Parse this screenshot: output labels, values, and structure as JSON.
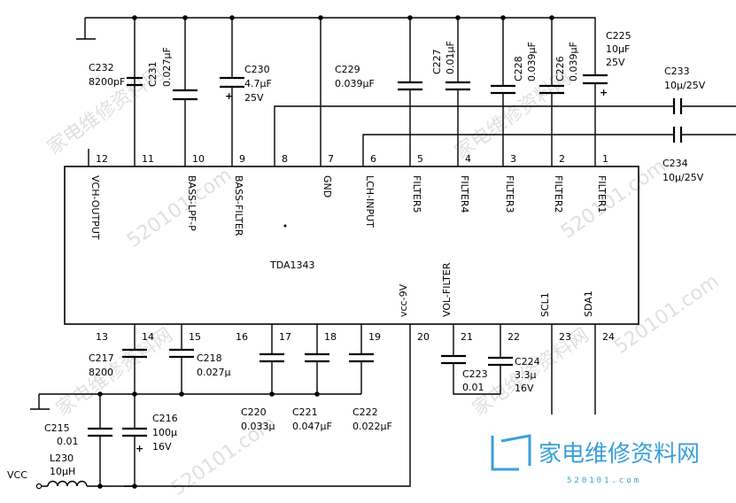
{
  "diagram": {
    "chip_name": "TDA1343",
    "top_pins": [
      {
        "num": "12",
        "name": "VCH-OUTPUT"
      },
      {
        "num": "11",
        "name": ""
      },
      {
        "num": "10",
        "name": "BASS-LPF-P"
      },
      {
        "num": "9",
        "name": "BASS-FILTER"
      },
      {
        "num": "8",
        "name": ""
      },
      {
        "num": "7",
        "name": "GND"
      },
      {
        "num": "6",
        "name": "LCH-INPUT"
      },
      {
        "num": "5",
        "name": "FILTER5"
      },
      {
        "num": "4",
        "name": "FILTER4"
      },
      {
        "num": "3",
        "name": "FILTER3"
      },
      {
        "num": "2",
        "name": "FILTER2"
      },
      {
        "num": "1",
        "name": "FILTER1"
      }
    ],
    "bottom_pins": [
      {
        "num": "13",
        "name": ""
      },
      {
        "num": "14",
        "name": ""
      },
      {
        "num": "15",
        "name": ""
      },
      {
        "num": "16",
        "name": ""
      },
      {
        "num": "17",
        "name": ""
      },
      {
        "num": "18",
        "name": ""
      },
      {
        "num": "19",
        "name": ""
      },
      {
        "num": "20",
        "name": "vcc-9V"
      },
      {
        "num": "21",
        "name": "VOL-FILTER"
      },
      {
        "num": "22",
        "name": ""
      },
      {
        "num": "23",
        "name": "SCL1"
      },
      {
        "num": "24",
        "name": "SDA1"
      }
    ],
    "components": {
      "c232": {
        "ref": "C232",
        "value": "8200pF"
      },
      "c231": {
        "ref": "C231",
        "value": "0.027μF"
      },
      "c230": {
        "ref": "C230",
        "value": "4.7μF",
        "voltage": "25V"
      },
      "c229": {
        "ref": "C229",
        "value": "0.039μF"
      },
      "c227": {
        "ref": "C227",
        "value": "0.01μF"
      },
      "c228": {
        "ref": "C228",
        "value": "0.039μF"
      },
      "c226": {
        "ref": "C226",
        "value": "0.039μF"
      },
      "c225": {
        "ref": "C225",
        "value": "10μF",
        "voltage": "25V"
      },
      "c233": {
        "ref": "C233",
        "value": "10μ/25V"
      },
      "c234": {
        "ref": "C234",
        "value": "10μ/25V"
      },
      "c217": {
        "ref": "C217",
        "value": "8200"
      },
      "c218": {
        "ref": "C218",
        "value": "0.027μ"
      },
      "c220": {
        "ref": "C220",
        "value": "0.033μ"
      },
      "c221": {
        "ref": "C221",
        "value": "0.047μF"
      },
      "c222": {
        "ref": "C222",
        "value": "0.022μF"
      },
      "c223": {
        "ref": "C223",
        "value": "0.01"
      },
      "c224": {
        "ref": "C224",
        "value": "3.3μ",
        "voltage": "16V"
      },
      "c215": {
        "ref": "C215",
        "value": "0.01"
      },
      "c216": {
        "ref": "C216",
        "value": "100μ",
        "voltage": "16V"
      },
      "l230": {
        "ref": "L230",
        "value": "10μH"
      }
    },
    "vcc_label": "VCC",
    "watermark": {
      "brand": "家电维修资料网",
      "url": "520101.com",
      "logo_text": "家电维修资料网",
      "logo_url": "520101.com"
    }
  }
}
